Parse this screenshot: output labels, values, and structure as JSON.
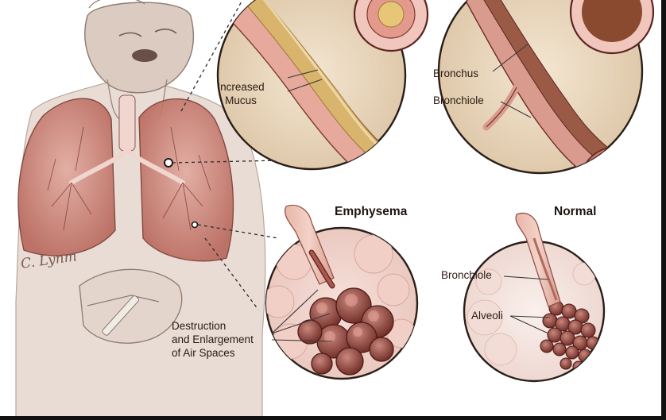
{
  "labels": {
    "increased_mucus": [
      "Increased",
      "Mucus"
    ],
    "bronchus": "Bronchus",
    "bronchiole_top": "Bronchiole",
    "emphysema": "Emphysema",
    "normal": "Normal",
    "bronchiole_bottom": "Bronchiole",
    "alveoli": "Alveoli",
    "destruction": [
      "Destruction",
      "and Enlargement",
      "of Air Spaces"
    ]
  },
  "signature": "C. Lynm",
  "colors": {
    "tissue_pink": "#e7b3ad",
    "tissue_dark": "#8a3c36",
    "mucus": "#d9b46c",
    "lung": "#c98579",
    "panel_bg": "#ecdcc4",
    "panel_border": "#2a1e18",
    "skin": "#d9cbc2",
    "leader": "#3a3a3a"
  }
}
